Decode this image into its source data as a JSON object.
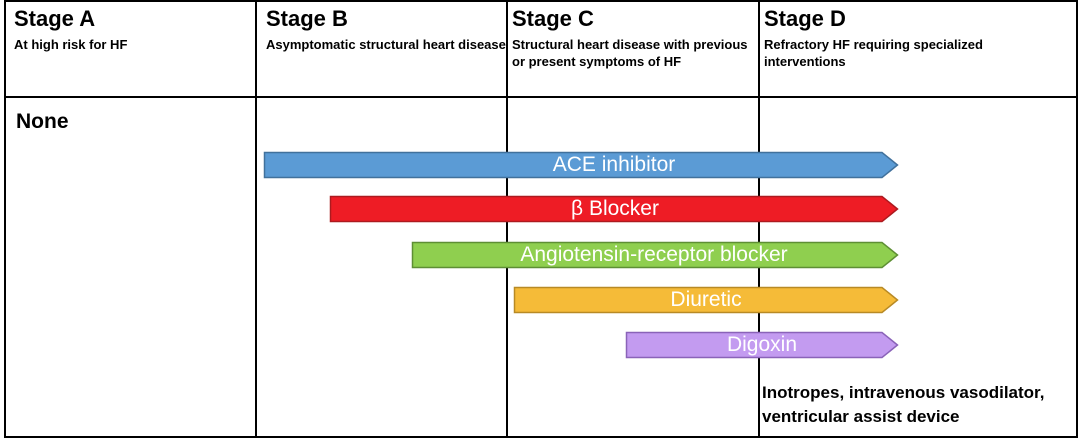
{
  "stages": [
    {
      "title": "Stage A",
      "subtitle": "At high risk for HF"
    },
    {
      "title": "Stage B",
      "subtitle": "Asymptomatic structural heart disease"
    },
    {
      "title": "Stage C",
      "subtitle": "Structural heart disease with previous or present symptoms of HF"
    },
    {
      "title": "Stage D",
      "subtitle": "Refractory HF requiring specialized interventions"
    }
  ],
  "stage_a_therapy": "None",
  "therapies": [
    {
      "label": "ACE inhibitor",
      "color": "#5b9bd5",
      "border": "#41719c"
    },
    {
      "label": "β Blocker",
      "color": "#ee1c25",
      "border": "#ad1a1f"
    },
    {
      "label": "Angiotensin-receptor blocker",
      "color": "#8fcf4f",
      "border": "#5e8f34"
    },
    {
      "label": "Diuretic",
      "color": "#f5bb38",
      "border": "#b88a25"
    },
    {
      "label": "Digoxin",
      "color": "#c39bf0",
      "border": "#8a63b8"
    }
  ],
  "stage_d_note": "Inotropes, intravenous vasodilator, ventricular assist device"
}
